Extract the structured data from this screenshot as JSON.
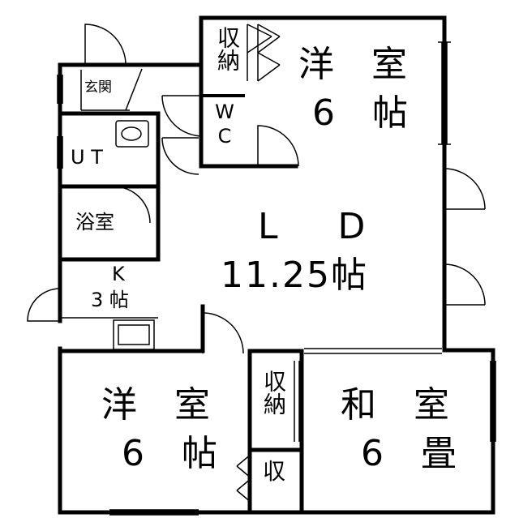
{
  "floor_plan": {
    "rooms": {
      "western_room_top": {
        "name": "洋 室",
        "size": "6 帖"
      },
      "storage_top": {
        "label": "収納"
      },
      "wc": {
        "label": "WC"
      },
      "entrance": {
        "label": "玄関"
      },
      "ut": {
        "label": "U T"
      },
      "bathroom": {
        "label": "浴室"
      },
      "kitchen": {
        "name": "K",
        "size": "3 帖"
      },
      "ld": {
        "name": "L D",
        "size": "11.25帖"
      },
      "western_room_bottom": {
        "name": "洋 室",
        "size": "6 帖"
      },
      "storage_mid": {
        "label": "収納"
      },
      "storage_small": {
        "label": "収"
      },
      "japanese_room": {
        "name": "和 室",
        "size": "6 畳"
      }
    }
  }
}
